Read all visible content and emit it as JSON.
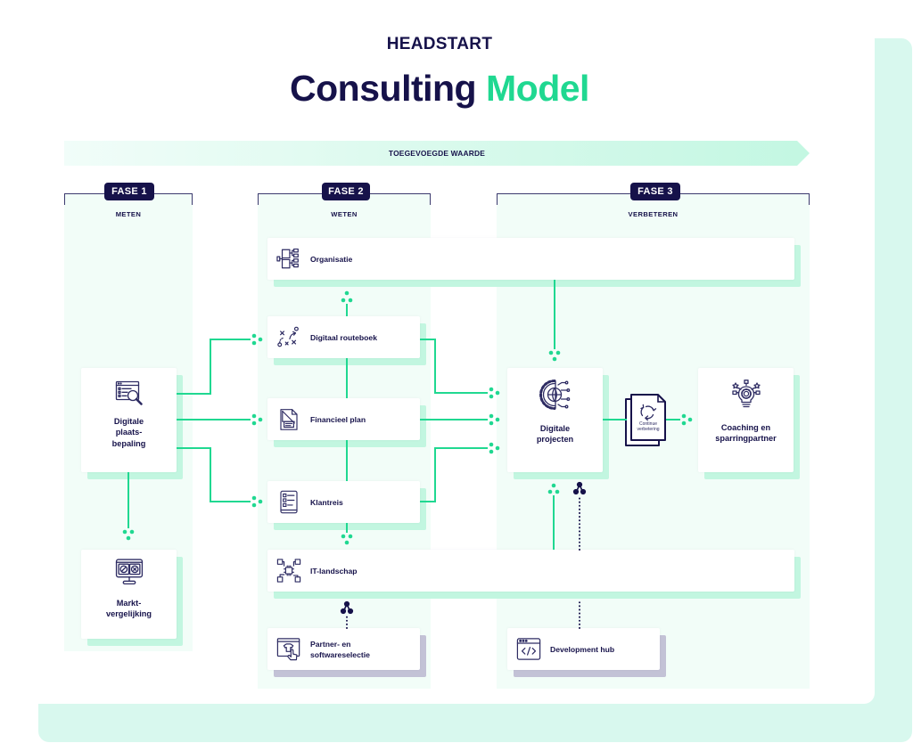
{
  "header": {
    "brand": "HEADSTART",
    "title": "Consulting",
    "title_accent": "Model"
  },
  "banner": {
    "label": "TOEGEVOEGDE WAARDE"
  },
  "phases": [
    {
      "badge": "FASE 1",
      "subtitle": "METEN"
    },
    {
      "badge": "FASE 2",
      "subtitle": "WETEN"
    },
    {
      "badge": "FASE 3",
      "subtitle": "VERBETEREN"
    }
  ],
  "cards": {
    "plaatsbepaling": {
      "icon": "website-search-icon",
      "lines": [
        "Digitale",
        "plaats-",
        "bepaling"
      ]
    },
    "marktvergelijking": {
      "icon": "monitor-gauges-icon",
      "lines": [
        "Markt-",
        "vergelijking"
      ]
    },
    "organisatie": {
      "icon": "org-chart-icon",
      "label": "Organisatie"
    },
    "routeboek": {
      "icon": "playbook-icon",
      "label": "Digitaal routeboek"
    },
    "financieel": {
      "icon": "financial-document-icon",
      "label": "Financieel plan"
    },
    "klantreis": {
      "icon": "checklist-icon",
      "label": "Klantreis"
    },
    "it_landschap": {
      "icon": "it-network-icon",
      "label": "IT-landschap"
    },
    "partner": {
      "icon": "browser-hand-icon",
      "lines": [
        "Partner- en",
        "softwareselectie"
      ]
    },
    "projecten": {
      "icon": "gear-globe-icon",
      "lines": [
        "Digitale",
        "projecten"
      ]
    },
    "coaching": {
      "icon": "lightbulb-gear-icon",
      "lines": [
        "Coaching en",
        "sparringpartner"
      ]
    },
    "devhub": {
      "icon": "code-window-icon",
      "label": "Development hub"
    }
  },
  "continuous_improvement": {
    "icon": "cycle-arrows-icon",
    "lines": [
      "Continue",
      "verbetering"
    ]
  },
  "colors": {
    "navy": "#16124a",
    "green": "#20d891",
    "mint": "#c2f6e0",
    "mint_light": "#f2fdf8",
    "backdrop": "#d8f8ee",
    "grey_shadow": "#c3c2d6"
  }
}
